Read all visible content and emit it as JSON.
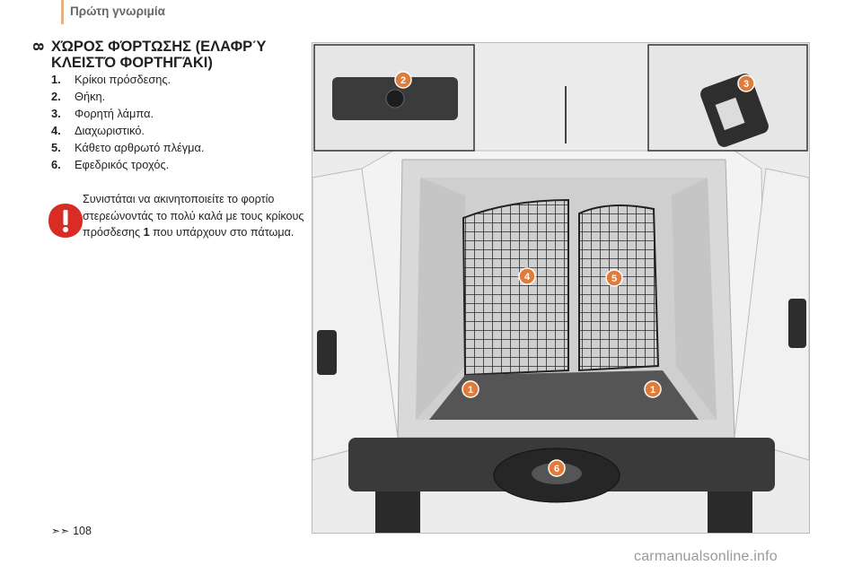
{
  "header": {
    "title": "Πρώτη γνωριμία"
  },
  "section": {
    "number": "8",
    "title": "ΧΏΡΟΣ ΦΌΡΤΩΣΗΣ (ΕΛΑΦΡΎ ΚΛΕΙΣΤΌ ΦΟΡΤΗΓΆΚΙ)"
  },
  "legend": [
    {
      "num": "1.",
      "text": "Κρίκοι πρόσδεσης."
    },
    {
      "num": "2.",
      "text": "Θήκη."
    },
    {
      "num": "3.",
      "text": "Φορητή λάμπα."
    },
    {
      "num": "4.",
      "text": "Διαχωριστικό."
    },
    {
      "num": "5.",
      "text": "Κάθετο αρθρωτό πλέγμα."
    },
    {
      "num": "6.",
      "text": "Εφεδρικός τροχός."
    }
  ],
  "warning": {
    "icon": "exclamation-icon",
    "text_before": "Συνιστάται να ακινητοποιείτε το φορτίο στερεώνοντάς το πολύ καλά με τους κρίκους πρόσδεσης ",
    "bold_ref": "1",
    "text_after": " που υπάρχουν στο πάτωμα."
  },
  "page_ref": {
    "icon": "double-arrow-icon",
    "text": "108"
  },
  "figure": {
    "callouts": [
      "2",
      "3",
      "4",
      "5",
      "1",
      "1",
      "6"
    ],
    "callout_color": "#e07b39"
  },
  "watermark": "carmanualsonline.info"
}
